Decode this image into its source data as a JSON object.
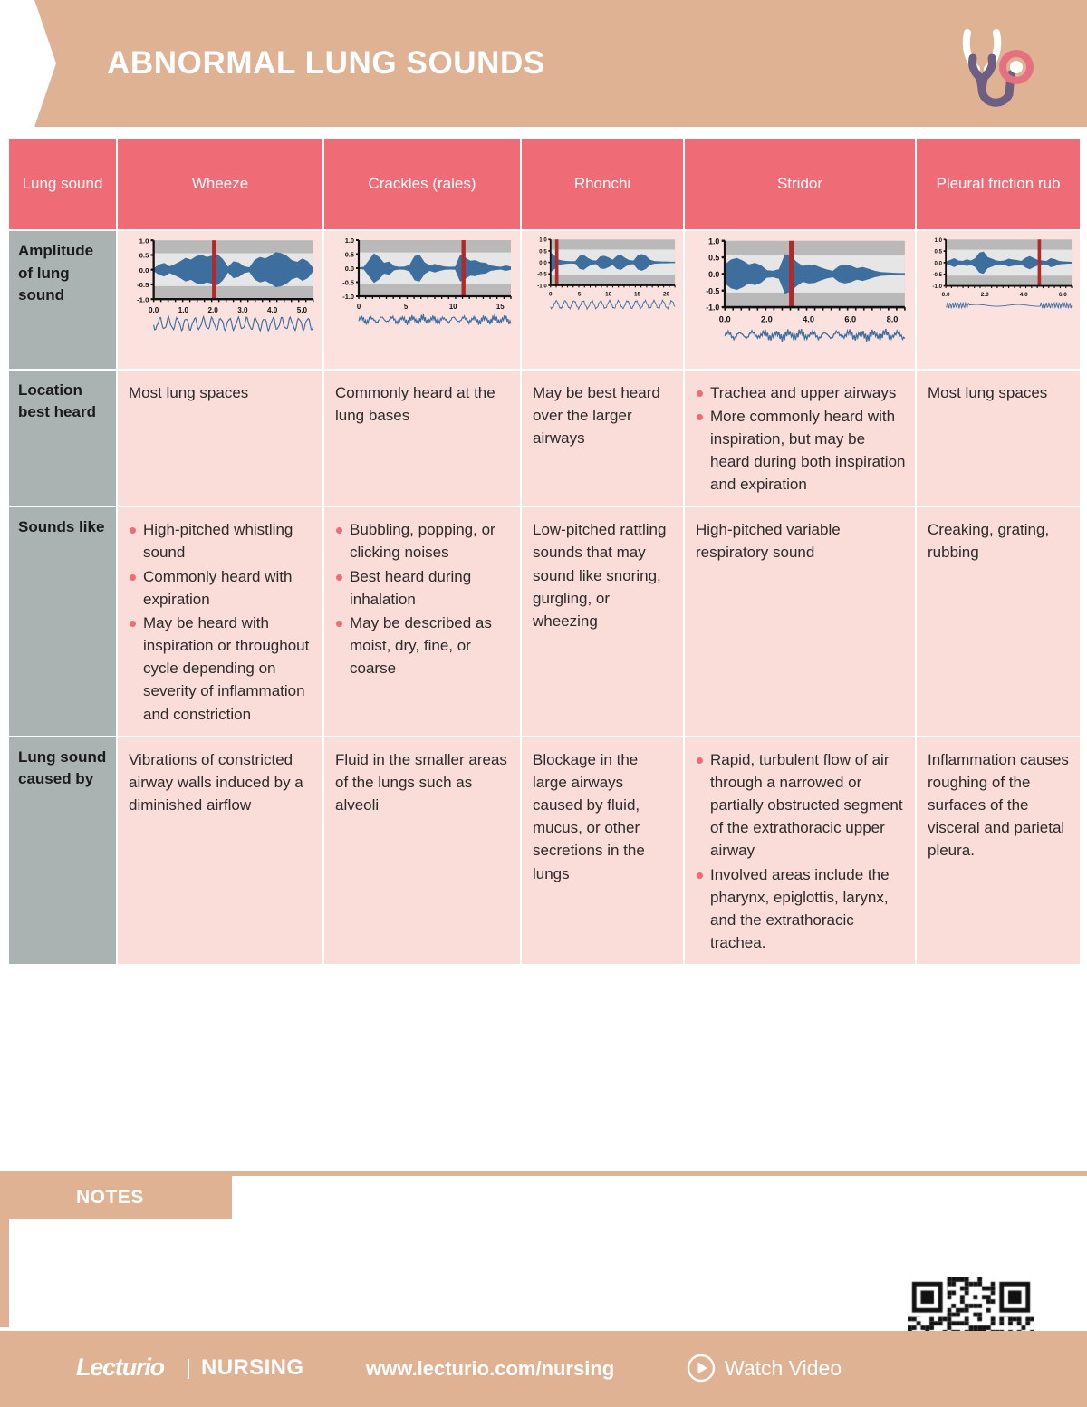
{
  "header": {
    "title": "ABNORMAL LUNG SOUNDS",
    "stethoscope_icon": "stethoscope-icon",
    "bg_color": "#dfb294"
  },
  "colors": {
    "header_band": "#dfb294",
    "table_header": "#ef6b75",
    "row_label": "#aab2b2",
    "cell": "#fadcd8",
    "bullet": "#ef6b75",
    "waveform": "#3d6e9e",
    "marker": "#b02a2a"
  },
  "table": {
    "columns": [
      {
        "label": "Lung\nsound",
        "key": "rowlabel"
      },
      {
        "label": "Wheeze",
        "key": "wheeze"
      },
      {
        "label": "Crackles\n(rales)",
        "key": "crackles"
      },
      {
        "label": "Rhonchi",
        "key": "rhonchi"
      },
      {
        "label": "Stridor",
        "key": "stridor"
      },
      {
        "label": "Pleural\nfriction\nrub",
        "key": "pleural"
      }
    ],
    "column_labels": {
      "c0": "Lung sound",
      "c1": "Wheeze",
      "c2": "Crackles (rales)",
      "c3": "Rhonchi",
      "c4": "Stridor",
      "c5": "Pleural friction rub"
    },
    "rows": [
      {
        "label": "Amplitude of lung sound",
        "type": "chart",
        "cells": [
          "wheeze-waveform",
          "crackles-waveform",
          "rhonchi-waveform",
          "stridor-waveform",
          "pleural-waveform"
        ]
      },
      {
        "label": "Location best heard",
        "type": "text",
        "cells": [
          {
            "bullets": false,
            "text": "Most lung spaces"
          },
          {
            "bullets": false,
            "text": "Commonly heard at the lung bases"
          },
          {
            "bullets": false,
            "text": "May be best heard over the larger airways"
          },
          {
            "bullets": true,
            "items": [
              "Trachea and upper airways",
              "More commonly heard with inspiration, but may be heard during both inspiration and expiration"
            ]
          },
          {
            "bullets": false,
            "text": "Most lung spaces"
          }
        ]
      },
      {
        "label": "Sounds like",
        "type": "text",
        "cells": [
          {
            "bullets": true,
            "items": [
              "High-pitched whistling sound",
              "Commonly heard with expiration",
              "May be heard with inspiration or throughout cycle depending on severity of inflammation and constriction"
            ]
          },
          {
            "bullets": true,
            "items": [
              "Bubbling, popping, or clicking noises",
              "Best heard during inhalation",
              "May be described as moist, dry, fine, or coarse"
            ]
          },
          {
            "bullets": false,
            "text": "Low-pitched rattling sounds that may sound like snoring, gurgling, or wheezing"
          },
          {
            "bullets": false,
            "text": "High-pitched variable respiratory sound"
          },
          {
            "bullets": false,
            "text": "Creaking, grating, rubbing"
          }
        ]
      },
      {
        "label": "Lung sound caused by",
        "type": "text",
        "cells": [
          {
            "bullets": false,
            "text": "Vibrations of constricted airway walls induced by a diminished airflow"
          },
          {
            "bullets": false,
            "text": "Fluid in the smaller areas of the lungs such as alveoli"
          },
          {
            "bullets": false,
            "text": "Blockage in the large airways caused by fluid, mucus, or other secretions in the lungs"
          },
          {
            "bullets": true,
            "items": [
              "Rapid, turbulent flow of air through a narrowed or partially obstructed segment of the extrathoracic upper airway",
              "Involved areas include the pharynx, epiglottis, larynx, and the extrathoracic trachea."
            ]
          },
          {
            "bullets": false,
            "text": "Inflammation causes roughing of the surfaces of the visceral and parietal pleura."
          }
        ]
      }
    ]
  },
  "chart_data": [
    {
      "id": "wheeze-waveform",
      "type": "line",
      "title": "Wheeze",
      "ylabel": "",
      "xlabel": "",
      "ylim": [
        -1.0,
        1.0
      ],
      "yticks": [
        "1.0",
        "0.5",
        "0.0",
        "-0.5",
        "-1.0"
      ],
      "xticks": [
        "0.0",
        "1.0",
        "2.0",
        "3.0",
        "4.0",
        "5.0"
      ],
      "xlim": [
        0.0,
        5.8
      ],
      "marker_x": 2.2,
      "grid": false,
      "envelope": [
        0.05,
        0.18,
        0.24,
        0.12,
        0.2,
        0.3,
        0.42,
        0.36,
        0.48,
        0.52,
        0.45,
        0.5,
        0.55,
        0.38,
        0.1,
        0.3,
        0.26,
        0.12,
        0.08,
        0.35,
        0.45,
        0.4,
        0.5,
        0.62,
        0.58,
        0.5,
        0.34,
        0.28,
        0.4,
        0.3,
        0.06
      ]
    },
    {
      "id": "crackles-waveform",
      "type": "line",
      "title": "Crackles (rales)",
      "ylim": [
        -1.0,
        1.0
      ],
      "yticks": [
        "1.0",
        "0.5",
        "0.0",
        "-0.5",
        "-1.0"
      ],
      "xticks": [
        "0",
        "5",
        "10",
        "15"
      ],
      "xlim": [
        0,
        18
      ],
      "marker_x": 12.4,
      "grid": false,
      "envelope": [
        0.03,
        0.05,
        0.3,
        0.55,
        0.42,
        0.2,
        0.25,
        0.08,
        0.05,
        0.06,
        0.12,
        0.45,
        0.5,
        0.22,
        0.1,
        0.16,
        0.1,
        0.06,
        0.05,
        0.06,
        0.5,
        0.4,
        0.28,
        0.3,
        0.22,
        0.2,
        0.1,
        0.07,
        0.05,
        0.1,
        0.06
      ]
    },
    {
      "id": "rhonchi-waveform",
      "type": "line",
      "title": "Rhonchi",
      "ylim": [
        -1.0,
        1.0
      ],
      "yticks": [
        "1.0",
        "0.5",
        "0.0",
        "-0.5",
        "-1.0"
      ],
      "xticks": [
        "0",
        "5",
        "10",
        "15",
        "20"
      ],
      "xlim": [
        0,
        24
      ],
      "marker_x": 1.2,
      "grid": false,
      "envelope": [
        0.45,
        0.3,
        0.12,
        0.08,
        0.06,
        0.05,
        0.06,
        0.3,
        0.34,
        0.2,
        0.1,
        0.08,
        0.28,
        0.3,
        0.22,
        0.12,
        0.3,
        0.34,
        0.2,
        0.1,
        0.08,
        0.32,
        0.38,
        0.3,
        0.12,
        0.06,
        0.05,
        0.04,
        0.04,
        0.03,
        0.03
      ]
    },
    {
      "id": "stridor-waveform",
      "type": "line",
      "title": "Stridor",
      "ylim": [
        -1.0,
        1.0
      ],
      "yticks": [
        "1.0",
        "0.5",
        "0.0",
        "-0.5",
        "-1.0"
      ],
      "xticks": [
        "0.0",
        "2.0",
        "4.0",
        "6.0",
        "8.0"
      ],
      "xlim": [
        0.0,
        9.2
      ],
      "marker_x": 3.4,
      "grid": false,
      "envelope": [
        0.3,
        0.45,
        0.5,
        0.42,
        0.3,
        0.35,
        0.28,
        0.12,
        0.1,
        0.15,
        0.62,
        0.55,
        0.38,
        0.25,
        0.3,
        0.28,
        0.2,
        0.14,
        0.1,
        0.25,
        0.3,
        0.26,
        0.18,
        0.22,
        0.16,
        0.1,
        0.06,
        0.05,
        0.04,
        0.03,
        0.03
      ]
    },
    {
      "id": "pleural-waveform",
      "type": "line",
      "title": "Pleural friction rub",
      "ylim": [
        -1.0,
        1.0
      ],
      "yticks": [
        "1.0",
        "0.5",
        "0.0",
        "-0.5",
        "-1.0"
      ],
      "xticks": [
        "0.0",
        "2.0",
        "4.0",
        "6.0"
      ],
      "xlim": [
        0.0,
        7.4
      ],
      "marker_x": 5.5,
      "grid": false,
      "envelope": [
        0.06,
        0.12,
        0.2,
        0.1,
        0.08,
        0.15,
        0.1,
        0.2,
        0.45,
        0.5,
        0.25,
        0.18,
        0.1,
        0.08,
        0.1,
        0.18,
        0.14,
        0.12,
        0.08,
        0.22,
        0.3,
        0.2,
        0.12,
        0.1,
        0.08,
        0.2,
        0.16,
        0.08,
        0.06,
        0.05,
        0.04
      ]
    }
  ],
  "notes": {
    "label": "NOTES"
  },
  "footer": {
    "logo": "Lecturio",
    "separator": "|",
    "brand_suffix": "NURSING",
    "url": "www.lecturio.com/nursing",
    "watch_video": "Watch Video",
    "play_icon": "play-circle-icon",
    "qr_code": "qr-code"
  }
}
